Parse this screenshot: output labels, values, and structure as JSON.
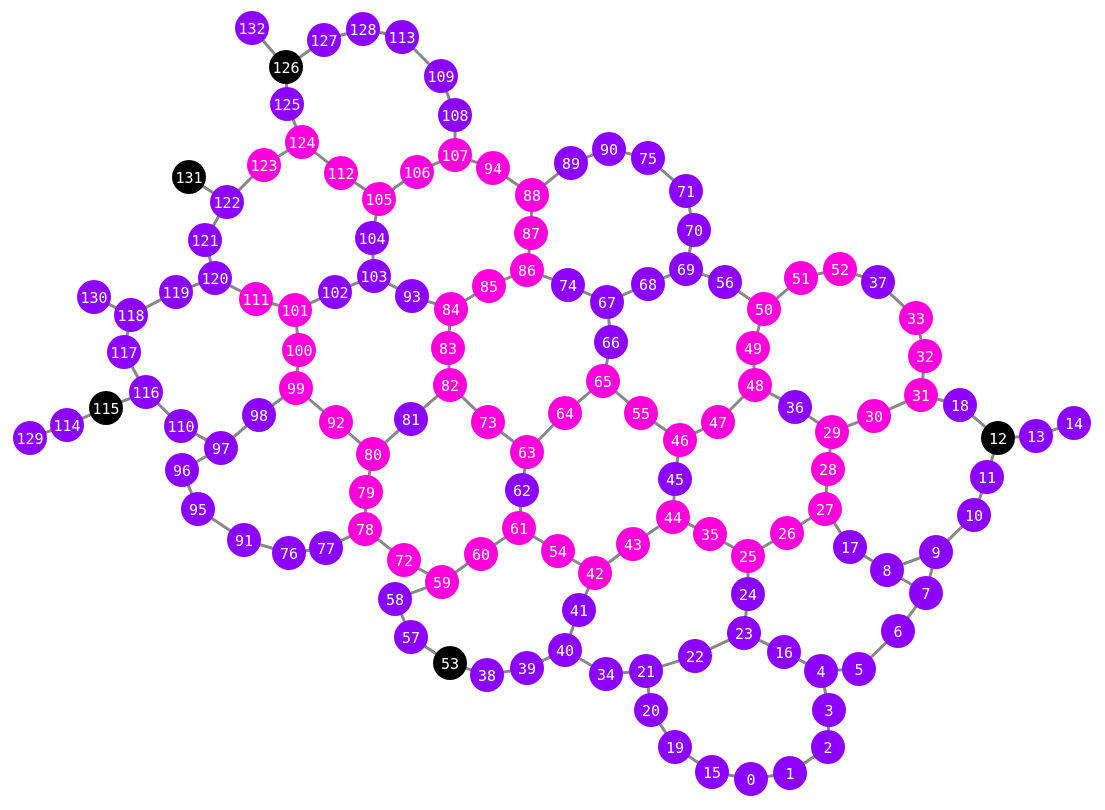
{
  "colors": {
    "purple": "#8B00FF",
    "magenta": "#FF00DC",
    "black": "#000000"
  },
  "nodes": [
    {
      "id": "0",
      "color": "purple"
    },
    {
      "id": "1",
      "color": "purple"
    },
    {
      "id": "2",
      "color": "purple"
    },
    {
      "id": "3",
      "color": "purple"
    },
    {
      "id": "4",
      "color": "purple"
    },
    {
      "id": "5",
      "color": "purple"
    },
    {
      "id": "6",
      "color": "purple"
    },
    {
      "id": "7",
      "color": "purple"
    },
    {
      "id": "8",
      "color": "purple"
    },
    {
      "id": "9",
      "color": "purple"
    },
    {
      "id": "10",
      "color": "purple"
    },
    {
      "id": "11",
      "color": "purple"
    },
    {
      "id": "12",
      "color": "black"
    },
    {
      "id": "13",
      "color": "purple"
    },
    {
      "id": "14",
      "color": "purple"
    },
    {
      "id": "15",
      "color": "purple"
    },
    {
      "id": "16",
      "color": "purple"
    },
    {
      "id": "17",
      "color": "purple"
    },
    {
      "id": "18",
      "color": "purple"
    },
    {
      "id": "19",
      "color": "purple"
    },
    {
      "id": "20",
      "color": "purple"
    },
    {
      "id": "21",
      "color": "purple"
    },
    {
      "id": "22",
      "color": "purple"
    },
    {
      "id": "23",
      "color": "purple"
    },
    {
      "id": "24",
      "color": "purple"
    },
    {
      "id": "25",
      "color": "magenta"
    },
    {
      "id": "26",
      "color": "magenta"
    },
    {
      "id": "27",
      "color": "magenta"
    },
    {
      "id": "28",
      "color": "magenta"
    },
    {
      "id": "29",
      "color": "magenta"
    },
    {
      "id": "30",
      "color": "magenta"
    },
    {
      "id": "31",
      "color": "magenta"
    },
    {
      "id": "32",
      "color": "magenta"
    },
    {
      "id": "33",
      "color": "magenta"
    },
    {
      "id": "34",
      "color": "purple"
    },
    {
      "id": "35",
      "color": "magenta"
    },
    {
      "id": "36",
      "color": "purple"
    },
    {
      "id": "37",
      "color": "purple"
    },
    {
      "id": "38",
      "color": "purple"
    },
    {
      "id": "39",
      "color": "purple"
    },
    {
      "id": "40",
      "color": "purple"
    },
    {
      "id": "41",
      "color": "purple"
    },
    {
      "id": "42",
      "color": "magenta"
    },
    {
      "id": "43",
      "color": "magenta"
    },
    {
      "id": "44",
      "color": "magenta"
    },
    {
      "id": "45",
      "color": "purple"
    },
    {
      "id": "46",
      "color": "magenta"
    },
    {
      "id": "47",
      "color": "magenta"
    },
    {
      "id": "48",
      "color": "magenta"
    },
    {
      "id": "49",
      "color": "magenta"
    },
    {
      "id": "50",
      "color": "magenta"
    },
    {
      "id": "51",
      "color": "magenta"
    },
    {
      "id": "52",
      "color": "magenta"
    },
    {
      "id": "53",
      "color": "black"
    },
    {
      "id": "54",
      "color": "magenta"
    },
    {
      "id": "55",
      "color": "magenta"
    },
    {
      "id": "56",
      "color": "purple"
    },
    {
      "id": "57",
      "color": "purple"
    },
    {
      "id": "58",
      "color": "purple"
    },
    {
      "id": "59",
      "color": "magenta"
    },
    {
      "id": "60",
      "color": "magenta"
    },
    {
      "id": "61",
      "color": "magenta"
    },
    {
      "id": "62",
      "color": "purple"
    },
    {
      "id": "63",
      "color": "magenta"
    },
    {
      "id": "64",
      "color": "magenta"
    },
    {
      "id": "65",
      "color": "magenta"
    },
    {
      "id": "66",
      "color": "purple"
    },
    {
      "id": "67",
      "color": "purple"
    },
    {
      "id": "68",
      "color": "purple"
    },
    {
      "id": "69",
      "color": "purple"
    },
    {
      "id": "70",
      "color": "purple"
    },
    {
      "id": "71",
      "color": "purple"
    },
    {
      "id": "72",
      "color": "magenta"
    },
    {
      "id": "73",
      "color": "magenta"
    },
    {
      "id": "74",
      "color": "purple"
    },
    {
      "id": "75",
      "color": "purple"
    },
    {
      "id": "76",
      "color": "purple"
    },
    {
      "id": "77",
      "color": "purple"
    },
    {
      "id": "78",
      "color": "magenta"
    },
    {
      "id": "79",
      "color": "magenta"
    },
    {
      "id": "80",
      "color": "magenta"
    },
    {
      "id": "81",
      "color": "purple"
    },
    {
      "id": "82",
      "color": "magenta"
    },
    {
      "id": "83",
      "color": "magenta"
    },
    {
      "id": "84",
      "color": "magenta"
    },
    {
      "id": "85",
      "color": "magenta"
    },
    {
      "id": "86",
      "color": "magenta"
    },
    {
      "id": "87",
      "color": "magenta"
    },
    {
      "id": "88",
      "color": "magenta"
    },
    {
      "id": "89",
      "color": "purple"
    },
    {
      "id": "90",
      "color": "purple"
    },
    {
      "id": "91",
      "color": "purple"
    },
    {
      "id": "92",
      "color": "magenta"
    },
    {
      "id": "93",
      "color": "purple"
    },
    {
      "id": "94",
      "color": "magenta"
    },
    {
      "id": "95",
      "color": "purple"
    },
    {
      "id": "96",
      "color": "purple"
    },
    {
      "id": "97",
      "color": "purple"
    },
    {
      "id": "98",
      "color": "purple"
    },
    {
      "id": "99",
      "color": "magenta"
    },
    {
      "id": "100",
      "color": "magenta"
    },
    {
      "id": "101",
      "color": "magenta"
    },
    {
      "id": "102",
      "color": "purple"
    },
    {
      "id": "103",
      "color": "purple"
    },
    {
      "id": "104",
      "color": "purple"
    },
    {
      "id": "105",
      "color": "magenta"
    },
    {
      "id": "106",
      "color": "magenta"
    },
    {
      "id": "107",
      "color": "magenta"
    },
    {
      "id": "108",
      "color": "purple"
    },
    {
      "id": "109",
      "color": "purple"
    },
    {
      "id": "110",
      "color": "purple"
    },
    {
      "id": "111",
      "color": "magenta"
    },
    {
      "id": "112",
      "color": "magenta"
    },
    {
      "id": "113",
      "color": "purple"
    },
    {
      "id": "114",
      "color": "purple"
    },
    {
      "id": "115",
      "color": "black"
    },
    {
      "id": "116",
      "color": "purple"
    },
    {
      "id": "117",
      "color": "purple"
    },
    {
      "id": "118",
      "color": "purple"
    },
    {
      "id": "119",
      "color": "purple"
    },
    {
      "id": "120",
      "color": "purple"
    },
    {
      "id": "121",
      "color": "purple"
    },
    {
      "id": "122",
      "color": "purple"
    },
    {
      "id": "123",
      "color": "magenta"
    },
    {
      "id": "124",
      "color": "magenta"
    },
    {
      "id": "125",
      "color": "purple"
    },
    {
      "id": "126",
      "color": "black"
    },
    {
      "id": "127",
      "color": "purple"
    },
    {
      "id": "128",
      "color": "purple"
    },
    {
      "id": "129",
      "color": "purple"
    },
    {
      "id": "130",
      "color": "purple"
    },
    {
      "id": "131",
      "color": "black"
    },
    {
      "id": "132",
      "color": "purple"
    }
  ],
  "edges": [
    [
      "0",
      "1"
    ],
    [
      "1",
      "2"
    ],
    [
      "2",
      "3"
    ],
    [
      "3",
      "4"
    ],
    [
      "4",
      "5"
    ],
    [
      "5",
      "6"
    ],
    [
      "6",
      "7"
    ],
    [
      "7",
      "8"
    ],
    [
      "7",
      "9"
    ],
    [
      "8",
      "9"
    ],
    [
      "9",
      "10"
    ],
    [
      "10",
      "11"
    ],
    [
      "11",
      "12"
    ],
    [
      "12",
      "13"
    ],
    [
      "13",
      "14"
    ],
    [
      "12",
      "18"
    ],
    [
      "18",
      "31"
    ],
    [
      "8",
      "17"
    ],
    [
      "17",
      "27"
    ],
    [
      "0",
      "15"
    ],
    [
      "15",
      "19"
    ],
    [
      "19",
      "20"
    ],
    [
      "20",
      "21"
    ],
    [
      "21",
      "34"
    ],
    [
      "21",
      "22"
    ],
    [
      "22",
      "23"
    ],
    [
      "23",
      "16"
    ],
    [
      "16",
      "4"
    ],
    [
      "23",
      "24"
    ],
    [
      "24",
      "25"
    ],
    [
      "25",
      "26"
    ],
    [
      "26",
      "27"
    ],
    [
      "27",
      "28"
    ],
    [
      "28",
      "29"
    ],
    [
      "29",
      "30"
    ],
    [
      "30",
      "31"
    ],
    [
      "31",
      "32"
    ],
    [
      "32",
      "33"
    ],
    [
      "33",
      "37"
    ],
    [
      "37",
      "52"
    ],
    [
      "52",
      "51"
    ],
    [
      "51",
      "50"
    ],
    [
      "50",
      "49"
    ],
    [
      "49",
      "48"
    ],
    [
      "48",
      "36"
    ],
    [
      "36",
      "29"
    ],
    [
      "50",
      "56"
    ],
    [
      "56",
      "69"
    ],
    [
      "69",
      "70"
    ],
    [
      "70",
      "71"
    ],
    [
      "71",
      "75"
    ],
    [
      "75",
      "90"
    ],
    [
      "90",
      "89"
    ],
    [
      "89",
      "88"
    ],
    [
      "88",
      "87"
    ],
    [
      "87",
      "86"
    ],
    [
      "86",
      "74"
    ],
    [
      "74",
      "67"
    ],
    [
      "67",
      "68"
    ],
    [
      "68",
      "69"
    ],
    [
      "67",
      "66"
    ],
    [
      "66",
      "65"
    ],
    [
      "65",
      "55"
    ],
    [
      "55",
      "46"
    ],
    [
      "46",
      "47"
    ],
    [
      "47",
      "48"
    ],
    [
      "46",
      "45"
    ],
    [
      "45",
      "44"
    ],
    [
      "44",
      "35"
    ],
    [
      "35",
      "25"
    ],
    [
      "44",
      "43"
    ],
    [
      "43",
      "42"
    ],
    [
      "42",
      "54"
    ],
    [
      "54",
      "61"
    ],
    [
      "61",
      "62"
    ],
    [
      "62",
      "63"
    ],
    [
      "63",
      "64"
    ],
    [
      "64",
      "65"
    ],
    [
      "63",
      "73"
    ],
    [
      "73",
      "82"
    ],
    [
      "82",
      "83"
    ],
    [
      "83",
      "84"
    ],
    [
      "84",
      "85"
    ],
    [
      "85",
      "86"
    ],
    [
      "84",
      "93"
    ],
    [
      "93",
      "103"
    ],
    [
      "103",
      "102"
    ],
    [
      "102",
      "101"
    ],
    [
      "101",
      "111"
    ],
    [
      "111",
      "120"
    ],
    [
      "120",
      "119"
    ],
    [
      "119",
      "118"
    ],
    [
      "118",
      "130"
    ],
    [
      "118",
      "117"
    ],
    [
      "117",
      "116"
    ],
    [
      "116",
      "115"
    ],
    [
      "115",
      "114"
    ],
    [
      "114",
      "129"
    ],
    [
      "116",
      "110"
    ],
    [
      "110",
      "97"
    ],
    [
      "97",
      "96"
    ],
    [
      "96",
      "95"
    ],
    [
      "95",
      "91"
    ],
    [
      "91",
      "76"
    ],
    [
      "76",
      "77"
    ],
    [
      "77",
      "78"
    ],
    [
      "78",
      "79"
    ],
    [
      "79",
      "80"
    ],
    [
      "80",
      "81"
    ],
    [
      "81",
      "82"
    ],
    [
      "80",
      "92"
    ],
    [
      "92",
      "99"
    ],
    [
      "99",
      "100"
    ],
    [
      "100",
      "101"
    ],
    [
      "99",
      "98"
    ],
    [
      "98",
      "97"
    ],
    [
      "78",
      "72"
    ],
    [
      "72",
      "59"
    ],
    [
      "59",
      "60"
    ],
    [
      "60",
      "61"
    ],
    [
      "59",
      "58"
    ],
    [
      "58",
      "57"
    ],
    [
      "57",
      "53"
    ],
    [
      "53",
      "38"
    ],
    [
      "38",
      "39"
    ],
    [
      "39",
      "40"
    ],
    [
      "40",
      "41"
    ],
    [
      "41",
      "42"
    ],
    [
      "40",
      "34"
    ],
    [
      "120",
      "121"
    ],
    [
      "121",
      "122"
    ],
    [
      "122",
      "131"
    ],
    [
      "122",
      "123"
    ],
    [
      "123",
      "124"
    ],
    [
      "124",
      "125"
    ],
    [
      "125",
      "126"
    ],
    [
      "126",
      "132"
    ],
    [
      "126",
      "127"
    ],
    [
      "127",
      "128"
    ],
    [
      "128",
      "113"
    ],
    [
      "113",
      "109"
    ],
    [
      "109",
      "108"
    ],
    [
      "108",
      "107"
    ],
    [
      "107",
      "106"
    ],
    [
      "106",
      "105"
    ],
    [
      "105",
      "104"
    ],
    [
      "104",
      "103"
    ],
    [
      "105",
      "112"
    ],
    [
      "112",
      "124"
    ],
    [
      "107",
      "94"
    ],
    [
      "94",
      "88"
    ]
  ]
}
